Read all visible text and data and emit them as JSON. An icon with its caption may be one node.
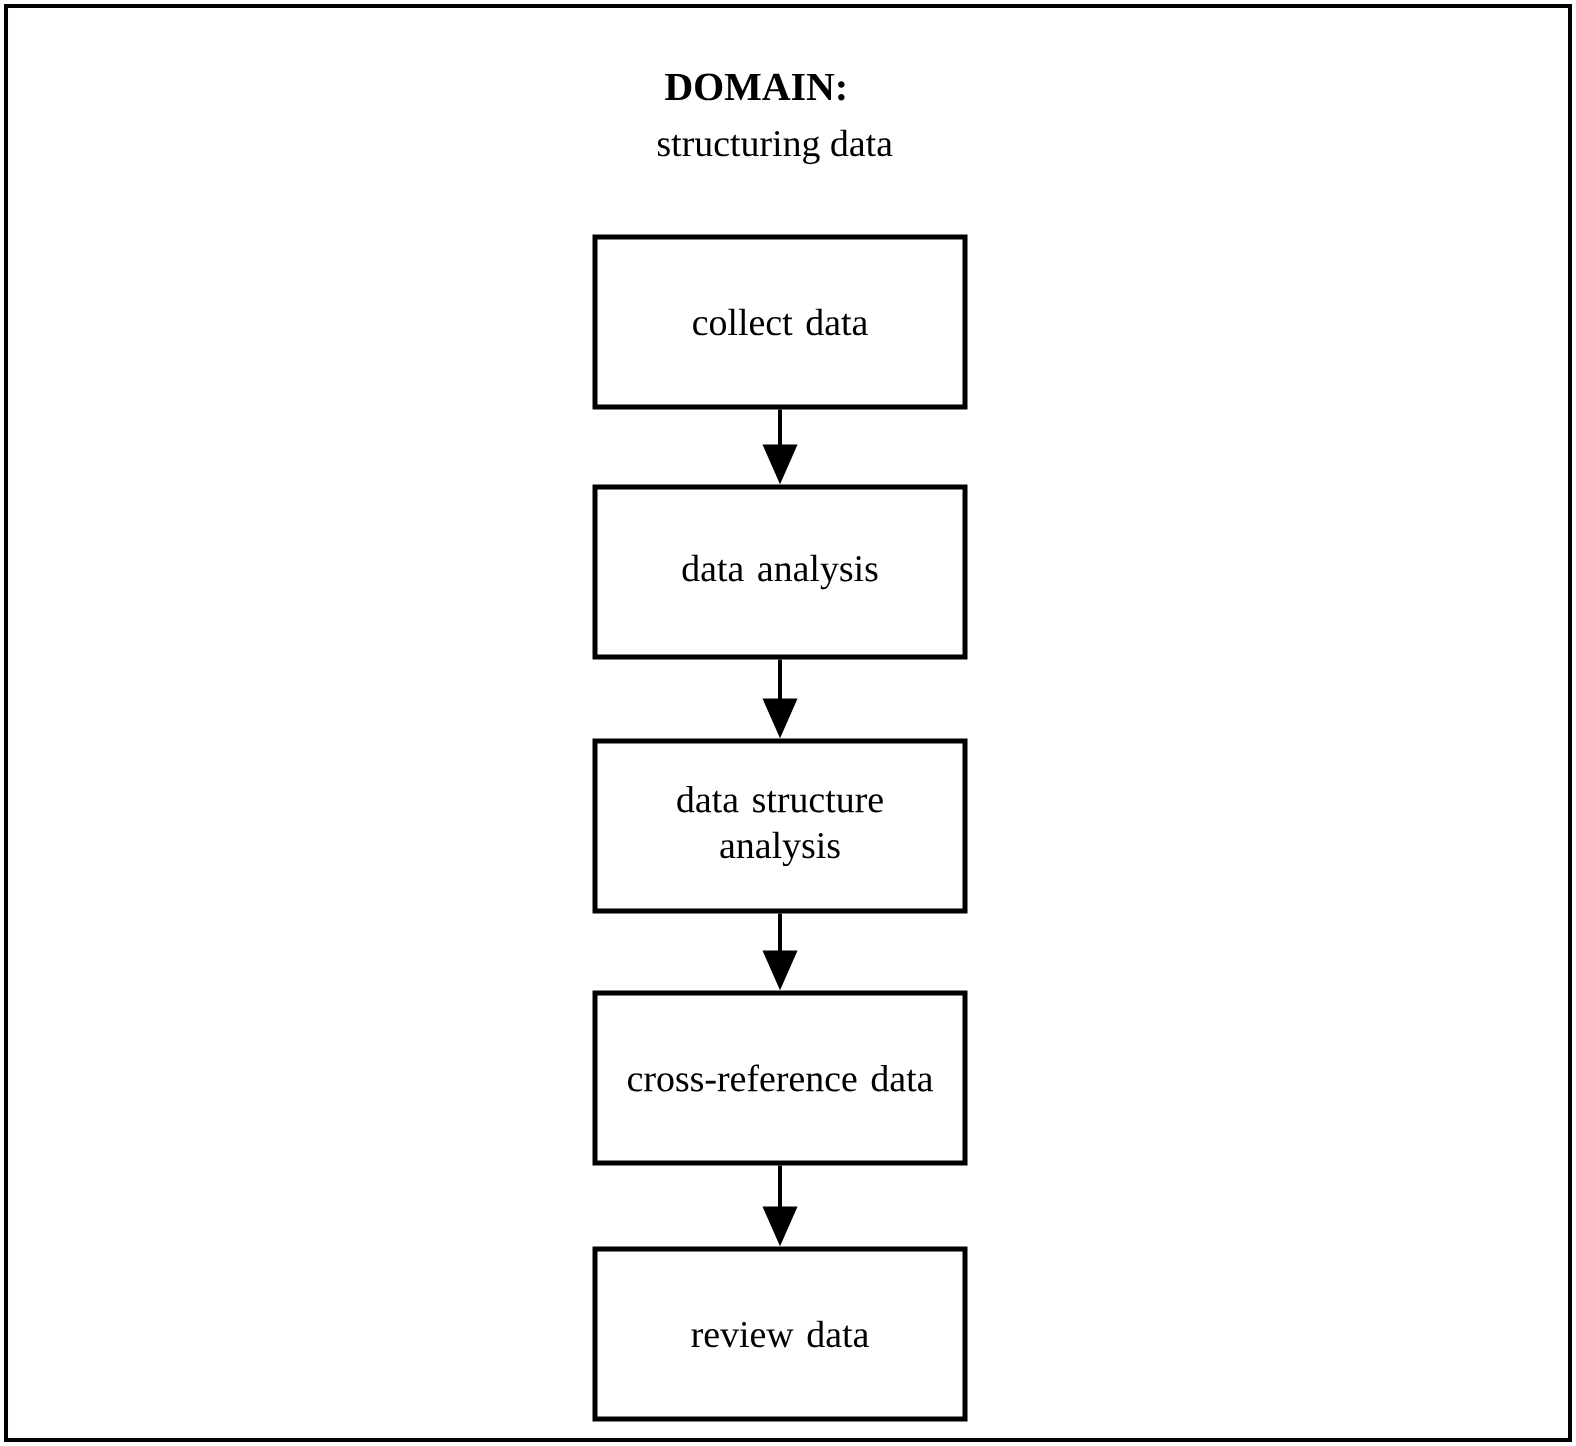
{
  "diagram": {
    "title": "DOMAIN:",
    "nodes": [
      {
        "text": [
          "collect data"
        ]
      },
      {
        "text": [
          "data analysis"
        ]
      },
      {
        "text": [
          "data structure analysis"
        ]
      },
      {
        "text": [
          "cross-reference data"
        ]
      },
      {
        "text": [
          "review data"
        ]
      }
    ],
    "edges": [
      {
        "from": 0,
        "to": 1,
        "arrow": "to"
      },
      {
        "from": 1,
        "to": 2,
        "arrow": "to"
      },
      {
        "from": 2,
        "to": 3,
        "arrow": "to"
      },
      {
        "from": 3,
        "to": 4,
        "arrow": "to"
      }
    ],
    "labels": [
      "structuring data"
    ]
  }
}
